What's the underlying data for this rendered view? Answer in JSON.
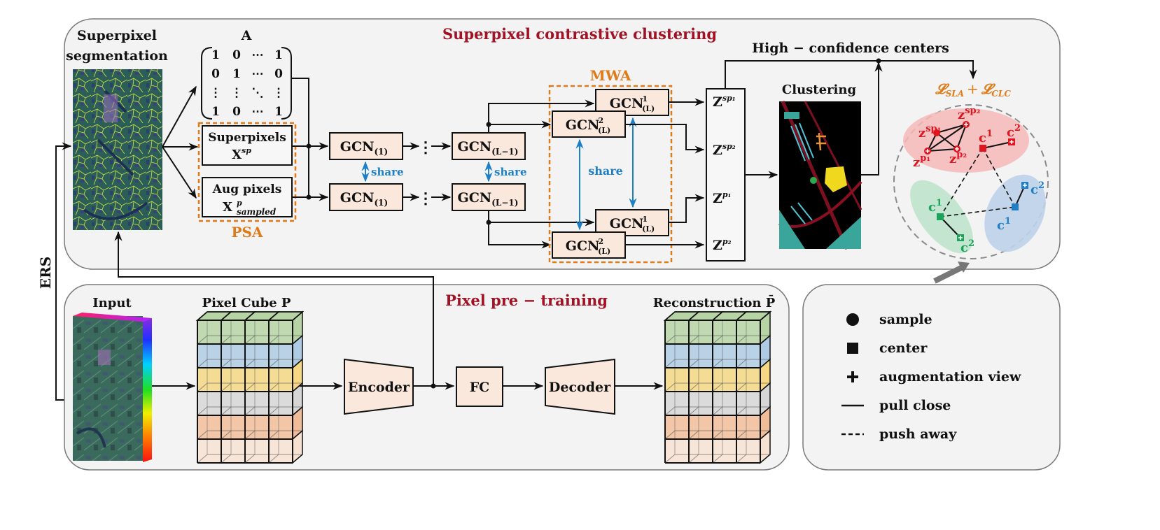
{
  "titles": {
    "top_panel": "Superpixel contrastive clustering",
    "bottom_panel": "Pixel pre − training",
    "ers": "ERS"
  },
  "superpixel": {
    "label_line1": "Superpixel",
    "label_line2": "segmentation"
  },
  "adjacency": {
    "label": "A",
    "rows": [
      [
        "1",
        "0",
        "⋯",
        "1"
      ],
      [
        "0",
        "1",
        "⋯",
        "0"
      ],
      [
        "⋮",
        "⋮",
        "⋱",
        "⋮"
      ],
      [
        "1",
        "0",
        "⋯",
        "1"
      ]
    ]
  },
  "psa": {
    "label": "PSA",
    "superpixels_line1": "Superpixels",
    "superpixels_var": "X",
    "superpixels_sup": "sp",
    "aug_line1": "Aug pixels",
    "aug_var": "X",
    "aug_sup": "p",
    "aug_sub": "sampled"
  },
  "gcn": {
    "name": "GCN",
    "first_sub": "(1)",
    "mid_sub": "(L−1)",
    "last_sub": "(L)",
    "sup1": "1",
    "sup2": "2",
    "share": "share",
    "dots": "⋮"
  },
  "mwa": {
    "label": "MWA"
  },
  "z_outputs": [
    {
      "base": "Z",
      "sup": "sp₁"
    },
    {
      "base": "Z",
      "sup": "sp₂"
    },
    {
      "base": "Z",
      "sup": "p₁"
    },
    {
      "base": "Z",
      "sup": "p₂"
    }
  ],
  "clustering": {
    "label": "Clustering"
  },
  "centers": {
    "label": "High − confidence centers"
  },
  "loss": {
    "label": "𝓛SLA + 𝓛CLC",
    "l1_sub": "SLA",
    "l2_sub": "CLC",
    "plus": "+",
    "script_L": "𝓛"
  },
  "contrast": {
    "red": {
      "z_sp1": "z",
      "z_sp1_sup": "sp₁",
      "z_sp2": "z",
      "z_sp2_sup": "sp₂",
      "z_p1": "z",
      "z_p1_sup": "p₁",
      "z_p2": "z",
      "z_p2_sup": "p₂",
      "c1": "c",
      "c1_sup": "1",
      "c2": "c",
      "c2_sup": "2"
    },
    "green": {
      "c1": "c",
      "c1_sup": "1",
      "c2": "c",
      "c2_sup": "2"
    },
    "blue": {
      "c1": "c",
      "c1_sup": "1",
      "c2": "c",
      "c2_sup": "2"
    }
  },
  "pretrain": {
    "input": "Input",
    "pixel_cube": "Pixel Cube P",
    "encoder": "Encoder",
    "fc": "FC",
    "decoder": "Decoder",
    "reconstruction": "Reconstruction P̄"
  },
  "legend": [
    {
      "icon": "circle",
      "label": "sample"
    },
    {
      "icon": "square",
      "label": "center"
    },
    {
      "icon": "plus",
      "label": "augmentation view"
    },
    {
      "icon": "solid-line",
      "label": "pull close"
    },
    {
      "icon": "dashed-line",
      "label": "push away"
    }
  ],
  "colors": {
    "title_red": "#a11224",
    "accent_orange": "#e07b1a",
    "share_blue": "#1f7fc4",
    "box_fill": "#fbe8dd",
    "cluster_red": "#e0141e",
    "cluster_green": "#1aa35a",
    "cluster_blue": "#1f7fc4",
    "cube_layers": [
      "#b7d4a4",
      "#aecbe3",
      "#f5d784",
      "#d6d6d6",
      "#f1bd98",
      "#f7e2d2"
    ]
  }
}
